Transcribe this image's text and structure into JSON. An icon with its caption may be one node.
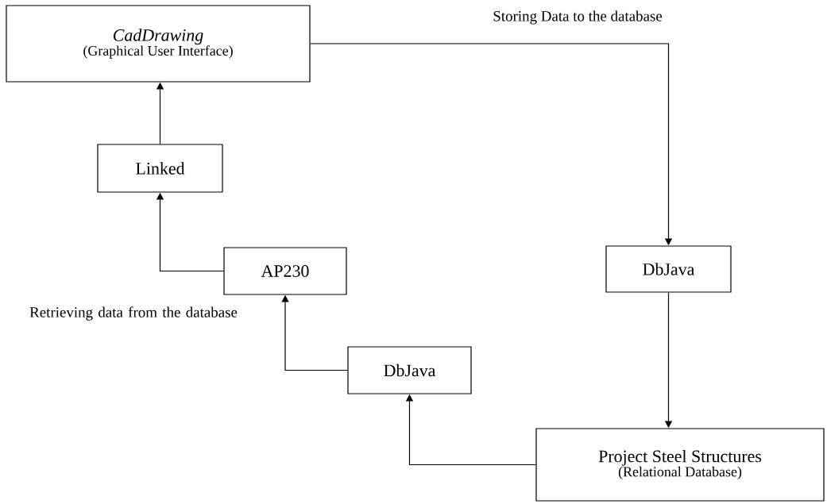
{
  "diagram": {
    "nodes": [
      {
        "text": [
          "CadDrawing",
          "(Graphical User Interface)"
        ]
      },
      {
        "text": [
          "Linked"
        ]
      },
      {
        "text": [
          "AP230"
        ]
      },
      {
        "text": [
          "DbJava"
        ]
      },
      {
        "text": [
          "DbJava"
        ]
      },
      {
        "text": [
          "Project Steel Structures",
          "(Relational Database)"
        ]
      }
    ],
    "edges": [
      {
        "from": 1,
        "to": 0,
        "arrow": "to"
      },
      {
        "from": 2,
        "to": 1,
        "arrow": "to"
      },
      {
        "from": 4,
        "to": 2,
        "arrow": "to"
      },
      {
        "from": 5,
        "to": 4,
        "arrow": "to"
      },
      {
        "from": 0,
        "to": 3,
        "arrow": "to"
      },
      {
        "from": 3,
        "to": 5,
        "arrow": "to"
      }
    ],
    "labels": [
      "Storing Data to the database",
      "Retrieving data from the database"
    ]
  }
}
